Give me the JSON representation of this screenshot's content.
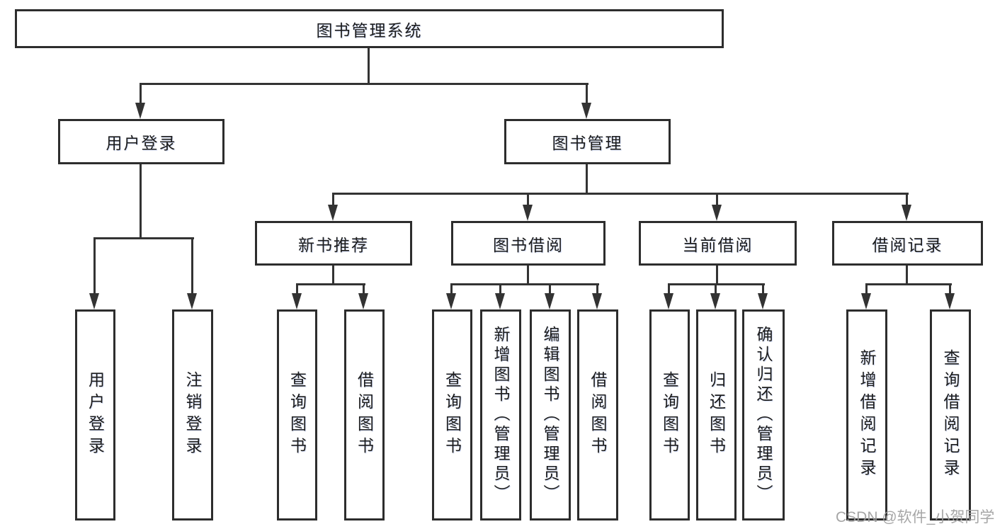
{
  "diagram": {
    "root": {
      "label": "图书管理系统"
    },
    "branches": [
      {
        "label": "用户登录",
        "children": [
          {
            "label": "用户登录"
          },
          {
            "label": "注销登录"
          }
        ]
      },
      {
        "label": "图书管理",
        "children": [
          {
            "label": "新书推荐",
            "children": [
              {
                "label": "查询图书"
              },
              {
                "label": "借阅图书"
              }
            ]
          },
          {
            "label": "图书借阅",
            "children": [
              {
                "label": "查询图书"
              },
              {
                "label": "新增图书（管理员）"
              },
              {
                "label": "编辑图书（管理员）"
              },
              {
                "label": "借阅图书"
              }
            ]
          },
          {
            "label": "当前借阅",
            "children": [
              {
                "label": "查询图书"
              },
              {
                "label": "归还图书"
              },
              {
                "label": "确认归还（管理员）"
              }
            ]
          },
          {
            "label": "借阅记录",
            "children": [
              {
                "label": "新增借阅记录"
              },
              {
                "label": "查询借阅记录"
              }
            ]
          }
        ]
      }
    ]
  },
  "watermark": {
    "text": "CSDN @软件_小贺同学"
  },
  "colors": {
    "line": "#333333",
    "box_border": "#2d2d2d",
    "text": "#1c1c1c",
    "watermark": "#9e9e9e",
    "background": "#ffffff"
  }
}
